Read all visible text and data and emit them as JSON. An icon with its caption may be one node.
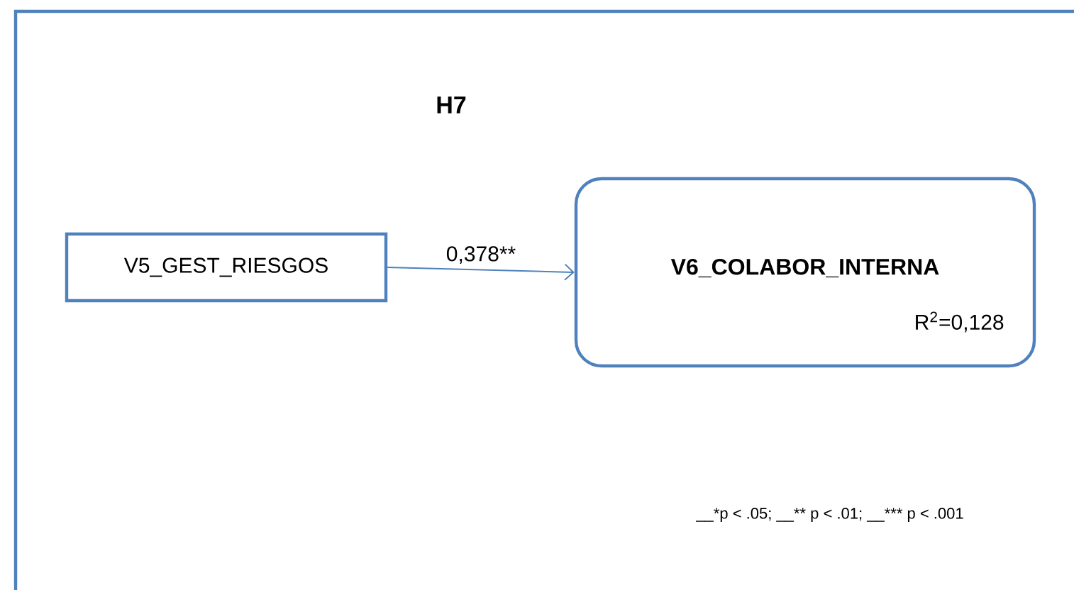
{
  "diagram": {
    "title": "H7",
    "nodes": [
      {
        "text": [
          "V5_GEST_RIESGOS"
        ]
      },
      {
        "text": [
          "V6_COLABOR_INTERNA",
          "R$^{2}$=0,128"
        ]
      }
    ],
    "edges": [
      {
        "from": 0,
        "to": 1,
        "arrow": "to",
        "label": "0,378**"
      }
    ],
    "labels": [
      "__*p < .05; __** p < .01; __*** p < .001"
    ]
  }
}
